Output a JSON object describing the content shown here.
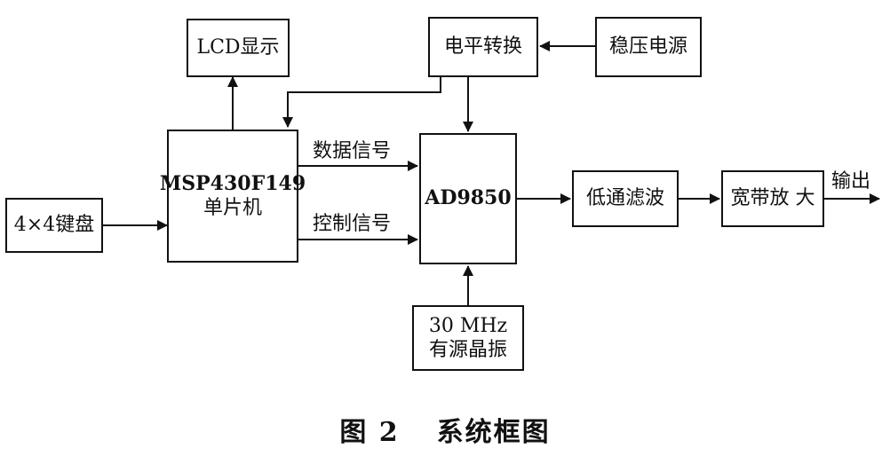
{
  "blocks": {
    "lcd": "LCD显示",
    "level_shift": "电平转换",
    "regulated_power": "稳压电源",
    "mcu_line1": "MSP430F149",
    "mcu_line2": "单片机",
    "keypad": "4×4键盘",
    "dds": "AD9850",
    "lowpass": "低通滤波",
    "wideband_amp": "宽带放 大",
    "osc_line1": "30 MHz",
    "osc_line2": "有源晶振"
  },
  "labels": {
    "data_signal": "数据信号",
    "control_signal": "控制信号",
    "output": "输出"
  },
  "caption": {
    "figure_no": "图 2",
    "title": "系统框图"
  }
}
